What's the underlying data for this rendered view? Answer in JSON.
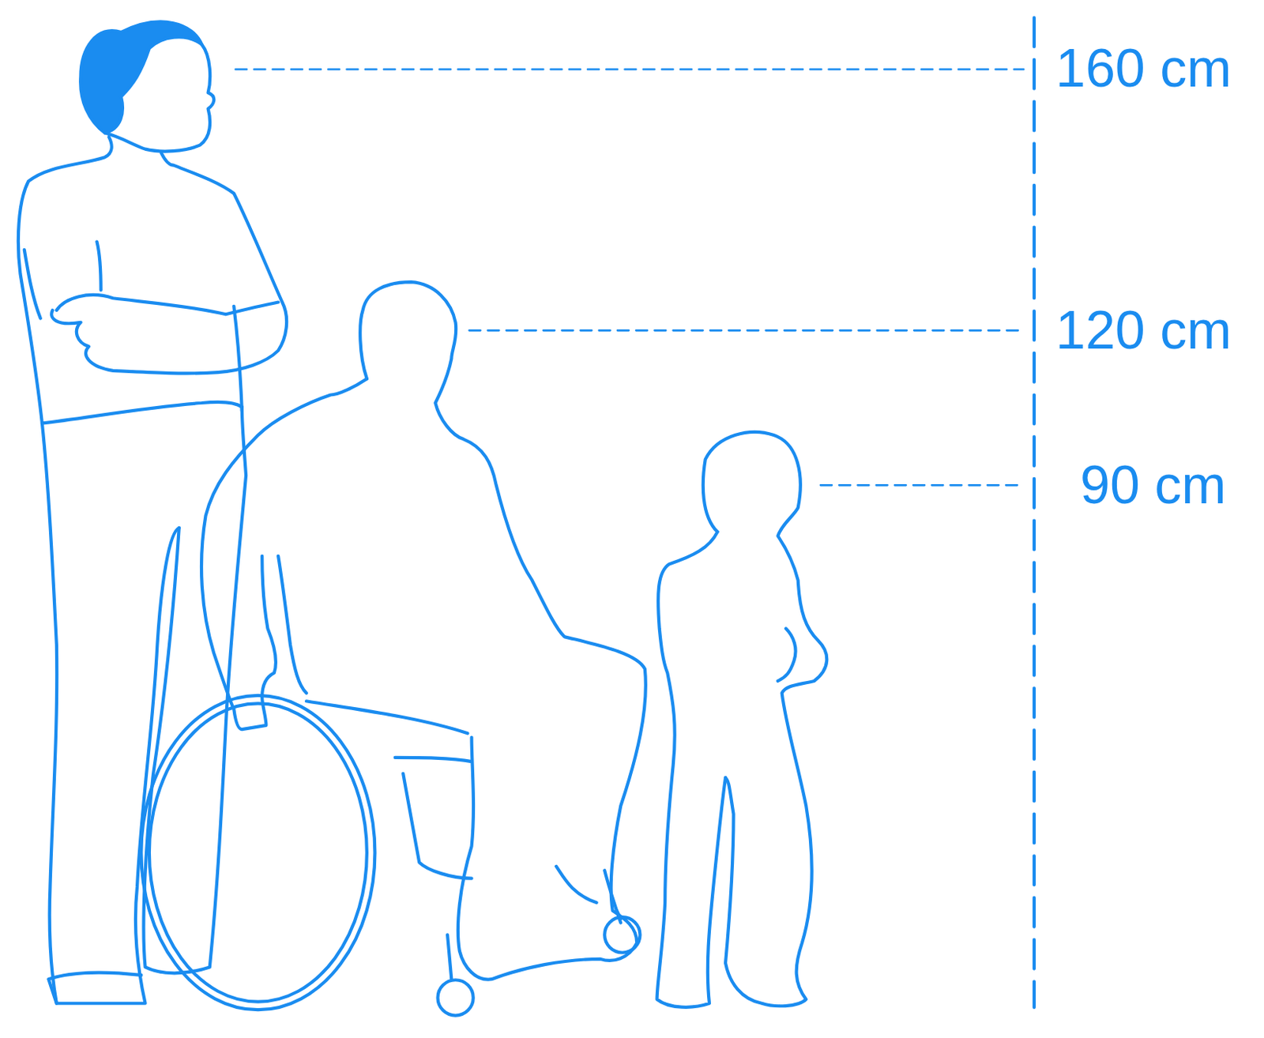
{
  "diagram": {
    "labels": [
      "160 cm",
      "120 cm",
      "90 cm"
    ]
  }
}
